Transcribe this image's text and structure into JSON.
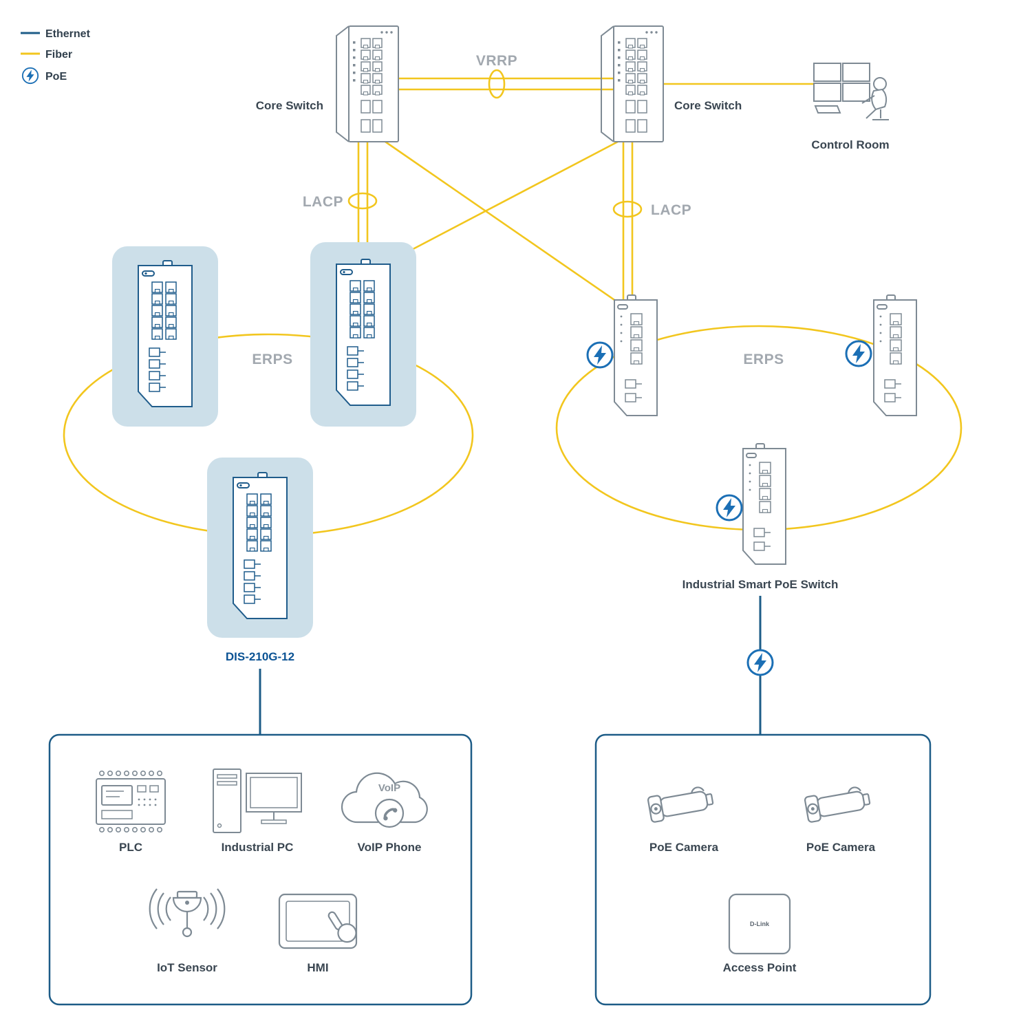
{
  "legend": {
    "items": [
      {
        "label": "Ethernet"
      },
      {
        "label": "Fiber"
      },
      {
        "label": "PoE"
      }
    ]
  },
  "colors": {
    "ethernet": "#1D5C87",
    "fiber": "#F2C61E",
    "poe_bolt": "#1B6FB5",
    "highlight": "#CCDFE9",
    "device_outline": "#7E8A94",
    "switch_blue": "#1F5C8B",
    "label_text": "#3A4651",
    "protocol_label": "#A2A8AF",
    "model_label": "#0B5394"
  },
  "core": {
    "left_label": "Core Switch",
    "right_label": "Core Switch"
  },
  "control_room": {
    "label": "Control Room"
  },
  "protocols": {
    "vrrp": "VRRP",
    "lacp_left": "LACP",
    "lacp_right": "LACP",
    "erps_left": "ERPS",
    "erps_right": "ERPS"
  },
  "left_ring": {
    "switch_model": "DIS-210G-12"
  },
  "right_ring": {
    "switch_label": "Industrial Smart PoE Switch"
  },
  "left_devices": [
    {
      "label": "PLC"
    },
    {
      "label": "Industrial PC"
    },
    {
      "label": "VoIP Phone"
    },
    {
      "label": "IoT Sensor"
    },
    {
      "label": "HMI"
    }
  ],
  "right_devices": [
    {
      "label": "PoE Camera"
    },
    {
      "label": "PoE Camera"
    },
    {
      "label": "Access Point"
    }
  ],
  "misc": {
    "voip_cloud": "VoIP",
    "access_point_brand": "D-Link"
  }
}
